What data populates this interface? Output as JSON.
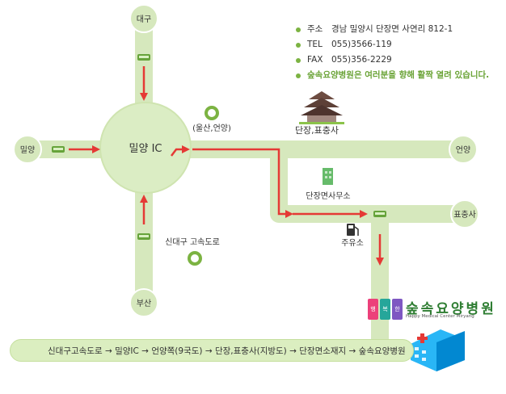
{
  "info": {
    "address_key": "주소",
    "address": "경남 밀양시 단장면 사연리 812-1",
    "tel_key": "TEL",
    "tel": "055)3566-119",
    "fax_key": "FAX",
    "fax": "055)356-2229",
    "greeting": "숲속요양병원은 여러분을 향해 활짝 열려 있습니다."
  },
  "places": {
    "daegu": "대구",
    "miryang": "밀양",
    "busan": "부산",
    "eonyang": "언양",
    "pyochungsa": "표충사",
    "miryang_ic": "밀양 IC",
    "ulsan_eonyang": "(울산,언양)",
    "temple": "단장,표충사",
    "office": "단장면사무소",
    "gas_station": "주유소",
    "expressway": "신대구 고속도로"
  },
  "route_text": "신대구고속도로 → 밀양IC → 언양쪽(9국도) → 단장,표충사(지방도) → 단장면소재지 → 숲속요양병원",
  "logo": {
    "blocks": [
      "행",
      "복",
      "한"
    ],
    "title": "숲속요양병원",
    "subtitle": "Happy Medical Center Miryang"
  },
  "colors": {
    "road": "#d6e8bd",
    "road_edge": "#c3da9e",
    "circle": "#dbedc4",
    "arrow": "#e53935",
    "marker": "#7cb342"
  }
}
